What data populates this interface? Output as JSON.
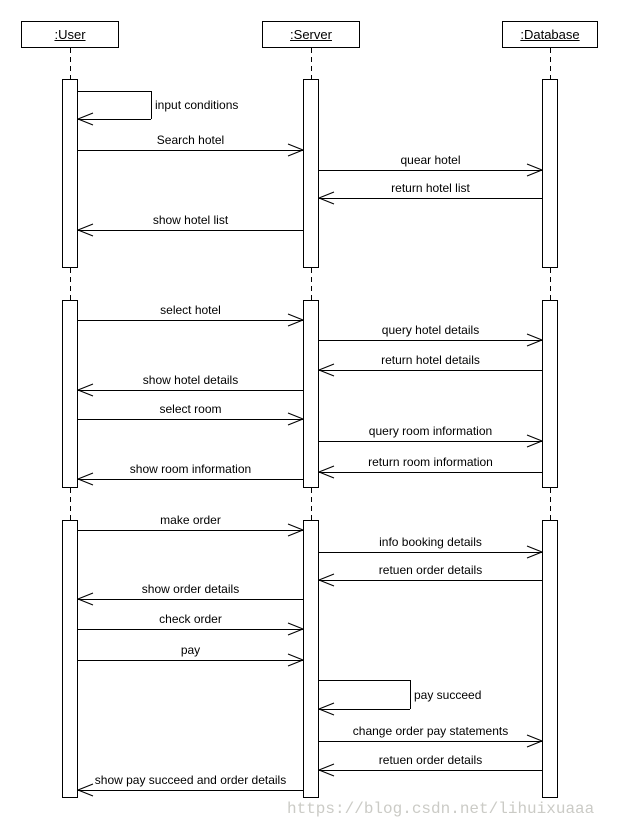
{
  "diagram": {
    "actors": [
      {
        "id": "user",
        "label": ":User"
      },
      {
        "id": "server",
        "label": ":Server"
      },
      {
        "id": "database",
        "label": ":Database"
      }
    ],
    "messages": [
      {
        "label": "input conditions",
        "from": "user",
        "to": "user",
        "kind": "self"
      },
      {
        "label": "Search hotel",
        "from": "user",
        "to": "server",
        "kind": "message"
      },
      {
        "label": "quear hotel",
        "from": "server",
        "to": "database",
        "kind": "message"
      },
      {
        "label": "return hotel list",
        "from": "database",
        "to": "server",
        "kind": "message"
      },
      {
        "label": "show hotel list",
        "from": "server",
        "to": "user",
        "kind": "message"
      },
      {
        "label": "select hotel",
        "from": "user",
        "to": "server",
        "kind": "message"
      },
      {
        "label": "query hotel details",
        "from": "server",
        "to": "database",
        "kind": "message"
      },
      {
        "label": "return hotel details",
        "from": "database",
        "to": "server",
        "kind": "message"
      },
      {
        "label": "show hotel details",
        "from": "server",
        "to": "user",
        "kind": "message"
      },
      {
        "label": "select room",
        "from": "user",
        "to": "server",
        "kind": "message"
      },
      {
        "label": "query room information",
        "from": "server",
        "to": "database",
        "kind": "message"
      },
      {
        "label": "return room information",
        "from": "database",
        "to": "server",
        "kind": "message"
      },
      {
        "label": "show room information",
        "from": "server",
        "to": "user",
        "kind": "message"
      },
      {
        "label": "make order",
        "from": "user",
        "to": "server",
        "kind": "message"
      },
      {
        "label": "info booking details",
        "from": "server",
        "to": "database",
        "kind": "message"
      },
      {
        "label": "retuen order details",
        "from": "database",
        "to": "server",
        "kind": "message"
      },
      {
        "label": "show order details",
        "from": "server",
        "to": "user",
        "kind": "message"
      },
      {
        "label": "check order",
        "from": "user",
        "to": "server",
        "kind": "message"
      },
      {
        "label": "pay",
        "from": "user",
        "to": "server",
        "kind": "message"
      },
      {
        "label": "pay succeed",
        "from": "server",
        "to": "server",
        "kind": "self"
      },
      {
        "label": "change order pay statements",
        "from": "server",
        "to": "database",
        "kind": "message"
      },
      {
        "label": "retuen order details",
        "from": "database",
        "to": "server",
        "kind": "message"
      },
      {
        "label": "show pay succeed and order details",
        "from": "server",
        "to": "user",
        "kind": "message"
      }
    ]
  },
  "watermark": {
    "text": "https://blog.csdn.net/lihuixuaaa",
    "color": "#cbcbc6"
  },
  "colors": {
    "line": "#000000",
    "background": "#ffffff"
  }
}
